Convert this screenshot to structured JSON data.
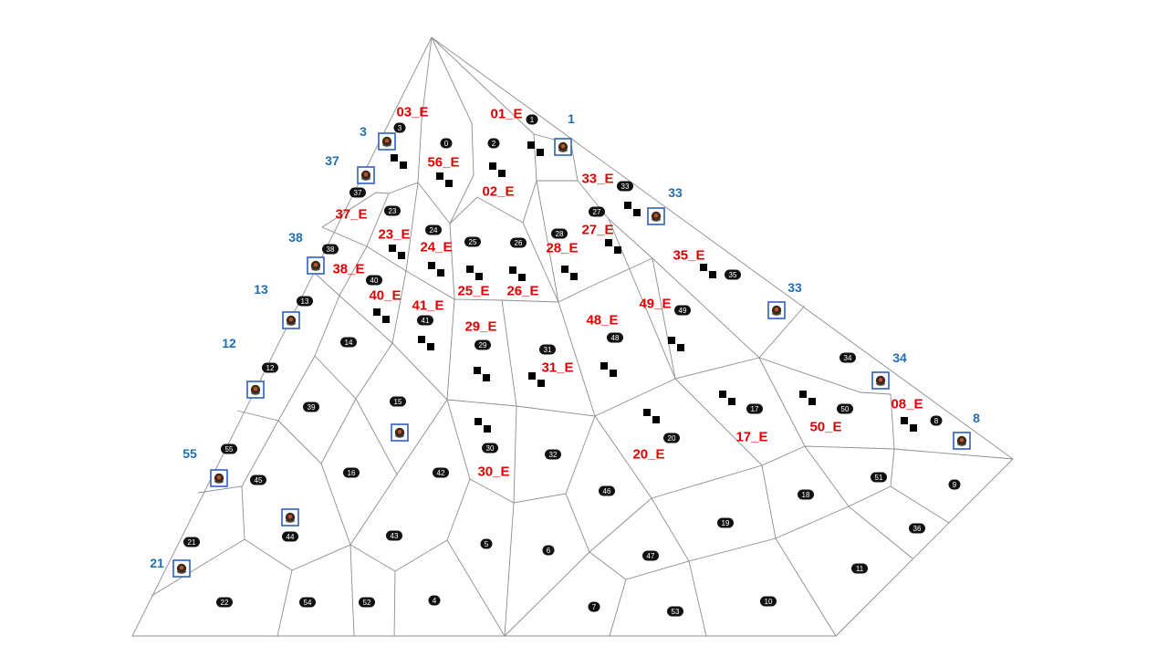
{
  "colors": {
    "edge": "#8c8c8c",
    "zone_pill": "#111111",
    "zone_text": "#ffffff",
    "exit_label": "#e00000",
    "sensor_label": "#1f6fb2",
    "sensor_frame": "#2f5fbf",
    "marker": "#000000"
  },
  "icons": {
    "sensor": "camera-sensor-icon",
    "marker": "double-square-marker-icon"
  },
  "zones": [
    "0",
    "1",
    "2",
    "3",
    "4",
    "5",
    "6",
    "7",
    "8",
    "9",
    "10",
    "11",
    "12",
    "13",
    "14",
    "15",
    "16",
    "17",
    "18",
    "19",
    "20",
    "21",
    "22",
    "23",
    "24",
    "25",
    "26",
    "27",
    "28",
    "29",
    "30",
    "31",
    "32",
    "33",
    "34",
    "35",
    "36",
    "37",
    "38",
    "39",
    "40",
    "41",
    "42",
    "43",
    "44",
    "45",
    "46",
    "47",
    "48",
    "49",
    "50",
    "51",
    "52",
    "53",
    "54",
    "55"
  ],
  "exit_labels": [
    "01_E",
    "02_E",
    "03_E",
    "56_E",
    "33_E",
    "27_E",
    "28_E",
    "23_E",
    "24_E",
    "37_E",
    "38_E",
    "25_E",
    "26_E",
    "35_E",
    "40_E",
    "41_E",
    "29_E",
    "48_E",
    "49_E",
    "31_E",
    "17_E",
    "50_E",
    "08_E",
    "20_E",
    "30_E"
  ],
  "sensor_labels": [
    "3",
    "1",
    "37",
    "33",
    "38",
    "33",
    "13",
    "12",
    "34",
    "8",
    "55",
    "21"
  ]
}
